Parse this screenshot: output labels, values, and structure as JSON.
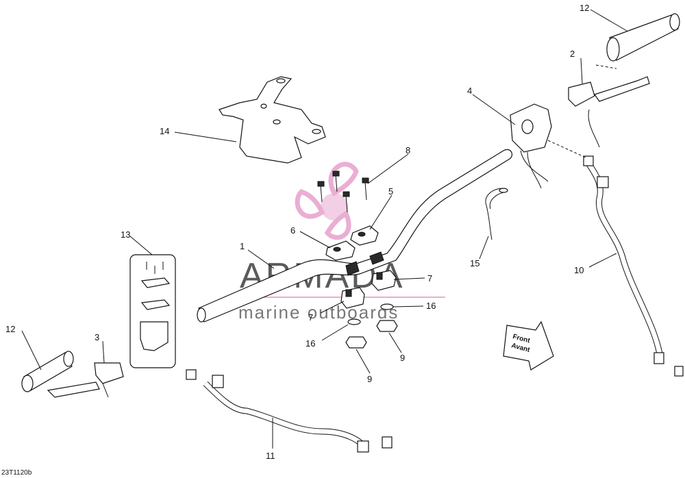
{
  "diagram": {
    "drawing_code": "23T1120b",
    "front_arrow": {
      "line1": "Front",
      "line2": "Avant"
    },
    "watermark": {
      "title": "ARMADA",
      "subtitle": "marine outboards",
      "color": "#e8a6cf"
    },
    "callouts": [
      {
        "id": "c1",
        "text": "1"
      },
      {
        "id": "c2",
        "text": "2"
      },
      {
        "id": "c3",
        "text": "3"
      },
      {
        "id": "c4",
        "text": "4"
      },
      {
        "id": "c5",
        "text": "5"
      },
      {
        "id": "c6",
        "text": "6"
      },
      {
        "id": "c7a",
        "text": "7"
      },
      {
        "id": "c7b",
        "text": "7"
      },
      {
        "id": "c8",
        "text": "8"
      },
      {
        "id": "c9a",
        "text": "9"
      },
      {
        "id": "c9b",
        "text": "9"
      },
      {
        "id": "c10",
        "text": "10"
      },
      {
        "id": "c11",
        "text": "11"
      },
      {
        "id": "c12a",
        "text": "12"
      },
      {
        "id": "c12b",
        "text": "12"
      },
      {
        "id": "c13",
        "text": "13"
      },
      {
        "id": "c14",
        "text": "14"
      },
      {
        "id": "c15",
        "text": "15"
      },
      {
        "id": "c16a",
        "text": "16"
      },
      {
        "id": "c16b",
        "text": "16"
      }
    ]
  }
}
